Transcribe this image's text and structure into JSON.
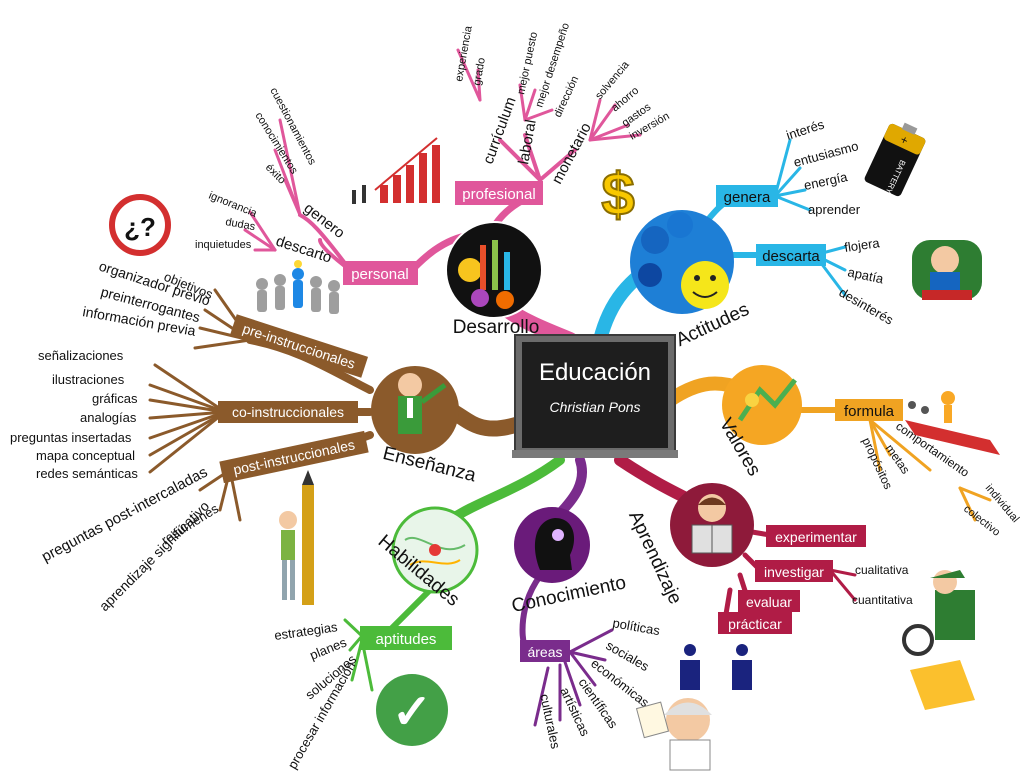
{
  "center": {
    "title": "Educación",
    "signature": "Christian Pons"
  },
  "colors": {
    "pink": "#e0579b",
    "cyan": "#29b6e6",
    "orange": "#f0a322",
    "crimson": "#b01c46",
    "purple": "#7a2c8c",
    "green": "#4cbb3a",
    "brown": "#8b5a2b",
    "board": "#222222"
  },
  "branches": {
    "desarrollo": {
      "title": "Desarrollo",
      "personal": {
        "label": "personal",
        "genero": {
          "label": "genero",
          "leaves": [
            "cuestionamientos",
            "conocimientos",
            "éxito"
          ]
        },
        "descarto": {
          "label": "descarto",
          "leaves": [
            "ignorancia",
            "dudas",
            "inquietudes"
          ]
        }
      },
      "profesional": {
        "label": "profesional",
        "curriculum": {
          "label": "currículum",
          "leaves": [
            "experiencia",
            "grado"
          ]
        },
        "laboral": {
          "label": "laboral",
          "leaves": [
            "mejor puesto",
            "mejor desempeño",
            "dirección"
          ]
        },
        "monetario": {
          "label": "monetario",
          "leaves": [
            "solvencia",
            "ahorro",
            "gastos",
            "inversión"
          ]
        }
      }
    },
    "actitudes": {
      "title": "Actitudes",
      "genera": {
        "label": "genera",
        "leaves": [
          "interés",
          "entusiasmo",
          "energía",
          "aprender"
        ]
      },
      "descarta": {
        "label": "descarta",
        "leaves": [
          "flojera",
          "apatía",
          "desinterés"
        ]
      }
    },
    "valores": {
      "title": "Valores",
      "formula": {
        "label": "formula",
        "leaves": [
          "propósitos",
          "metas"
        ],
        "comportamiento": {
          "label": "comportamiento",
          "leaves": [
            "individual",
            "colectivo"
          ]
        }
      }
    },
    "aprendizaje": {
      "title": "Aprendizaje",
      "experimentar": "experimentar",
      "investigar": {
        "label": "investigar",
        "leaves": [
          "cualitativa",
          "cuantitativa"
        ]
      },
      "evaluar": "evaluar",
      "practicar": "prácticar"
    },
    "conocimiento": {
      "title": "Conocimiento",
      "areas": {
        "label": "áreas",
        "leaves": [
          "políticas",
          "sociales",
          "económicas",
          "científicas",
          "artísticas",
          "culturales"
        ]
      }
    },
    "habilidades": {
      "title": "Habilidades",
      "aptitudes": {
        "label": "aptitudes",
        "leaves": [
          "estrategias",
          "planes",
          "soluciones",
          "procesar información"
        ]
      }
    },
    "ensenanza": {
      "title": "Enseñanza",
      "pre": {
        "label": "pre-instruccionales",
        "leaves": [
          "objetivos",
          "organizador previo",
          "preinterrogantes",
          "información previa"
        ]
      },
      "co": {
        "label": "co-instruccionales",
        "leaves": [
          "señalizaciones",
          "ilustraciones",
          "gráficas",
          "analogías",
          "preguntas insertadas",
          "mapa conceptual",
          "redes semánticas"
        ]
      },
      "post": {
        "label": "post-instruccionales",
        "leaves": [
          "preguntas post-intercaladas",
          "resúmenes",
          "aprendizaje significativo"
        ]
      }
    }
  },
  "icons": {
    "question": "¿?",
    "dollar": "$",
    "battery": "BATTERY",
    "battery_plus": "+",
    "check": "✓"
  }
}
